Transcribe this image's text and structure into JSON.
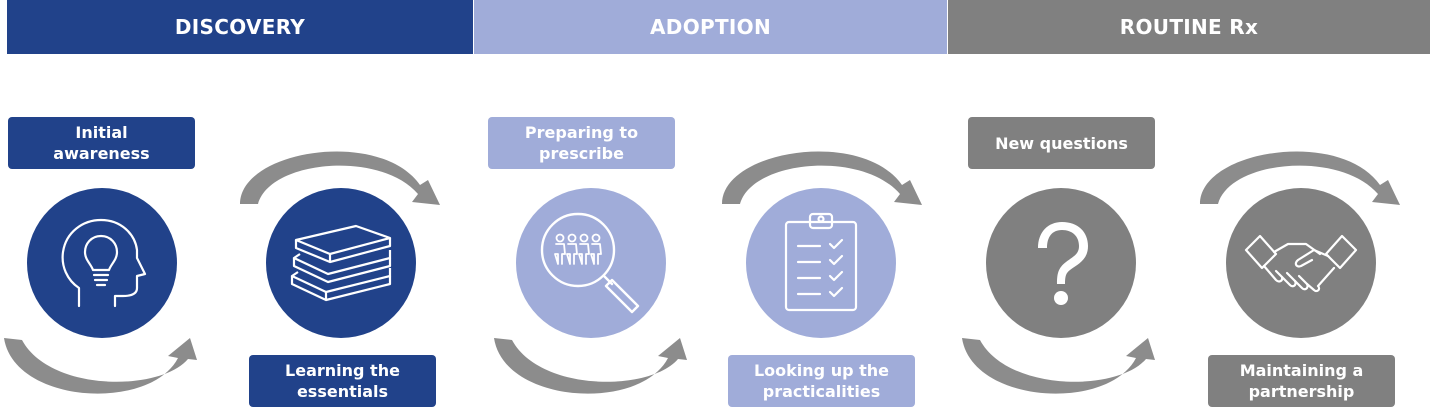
{
  "colors": {
    "discovery": "#21428a",
    "adoption": "#a0acd9",
    "routine": "#808080",
    "arrow": "#8c8c8c"
  },
  "stages": [
    {
      "label": "DISCOVERY"
    },
    {
      "label": "ADOPTION"
    },
    {
      "label": "ROUTINE Rx"
    }
  ],
  "steps": [
    {
      "line1": "Initial",
      "line2": "awareness",
      "icon": "head-lightbulb-icon"
    },
    {
      "line1": "Learning the",
      "line2": "essentials",
      "icon": "books-icon"
    },
    {
      "line1": "Preparing to",
      "line2": "prescribe",
      "icon": "magnifier-people-icon"
    },
    {
      "line1": "Looking up the",
      "line2": "practicalities",
      "icon": "clipboard-checklist-icon"
    },
    {
      "line1": "New questions",
      "line2": "",
      "icon": "question-mark-icon"
    },
    {
      "line1": "Maintaining a",
      "line2": "partnership",
      "icon": "handshake-icon"
    }
  ]
}
